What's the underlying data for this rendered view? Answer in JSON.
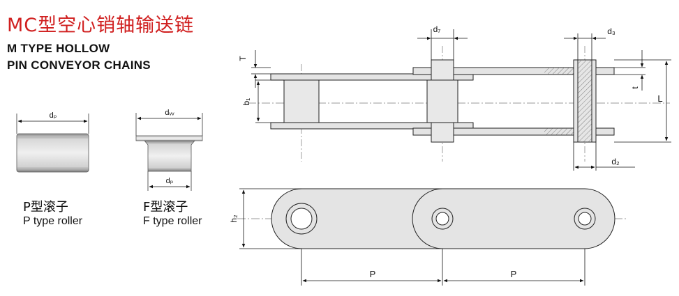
{
  "title": {
    "chinese": "MC型空心销轴输送链",
    "english_line1": "M TYPE HOLLOW",
    "english_line2": "PIN CONVEYOR CHAINS"
  },
  "rollers": {
    "p_type": {
      "label_cn": "P型滚子",
      "label_en": "P type roller",
      "dim": "dₚ"
    },
    "f_type": {
      "label_cn": "F型滚子",
      "label_en": "F type roller",
      "dim_top": "dᵥᵥ",
      "dim_bottom": "dₚ"
    }
  },
  "dimensions": {
    "d7": "d₇",
    "d3": "d₃",
    "d2": "d₂",
    "T": "T",
    "b1": "b₁",
    "t": "t",
    "L": "L",
    "h2": "h₂",
    "P": "P"
  }
}
